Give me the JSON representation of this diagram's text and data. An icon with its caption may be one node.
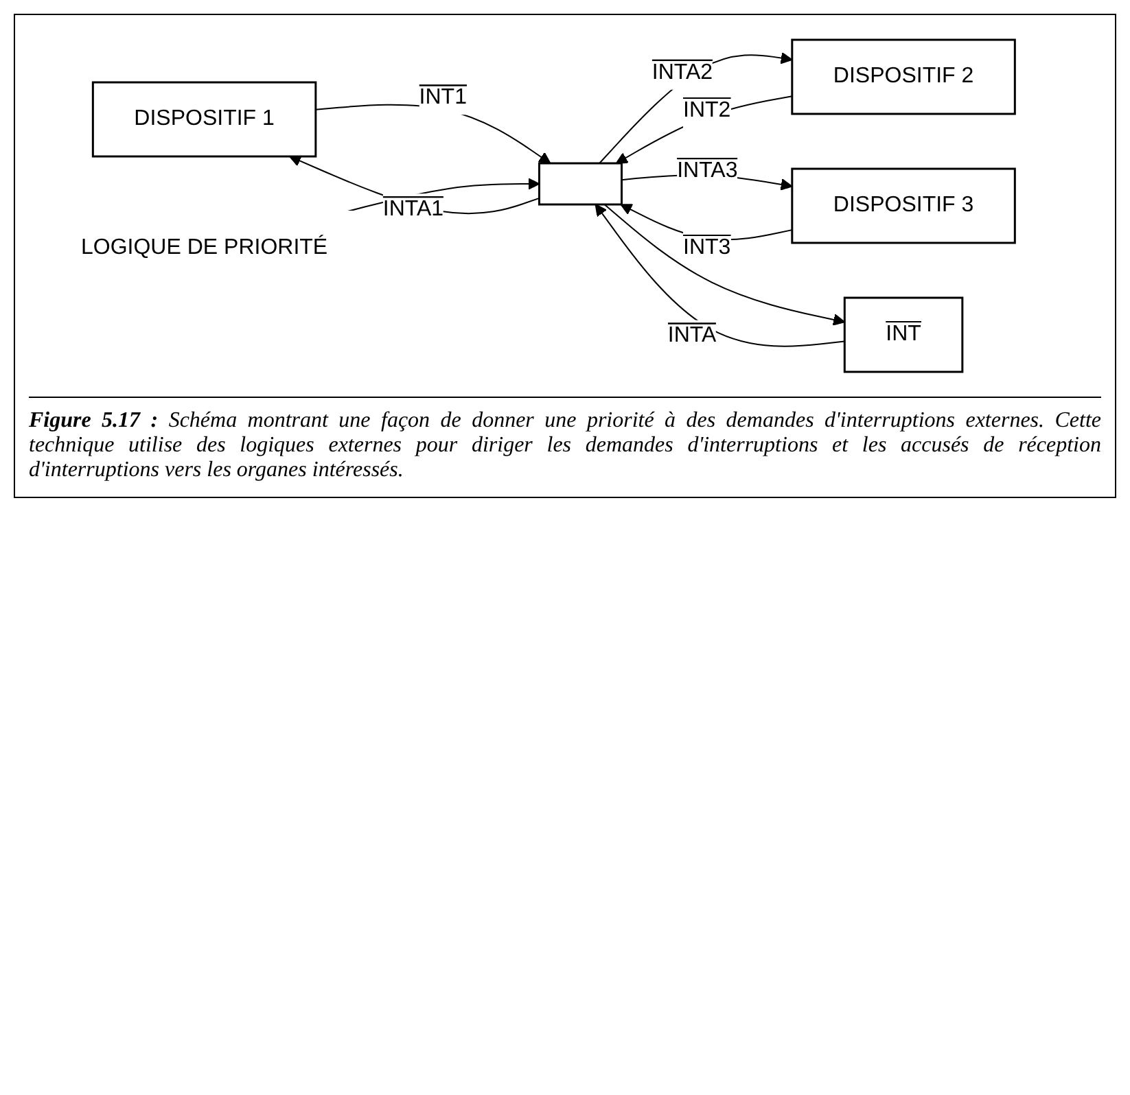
{
  "diagram": {
    "caption": "**Figure 5.17 :** Schéma montrant une façon de donner une priorité à des demandes d'interruptions externes. Cette technique utilise des logiques externes pour diriger les demandes d'interruptions et les accusés de réception d'interruptions vers les organes intéressés.",
    "nodes": [
      {
        "text": [
          "DISPOSITIF 1"
        ]
      },
      {
        "text": [
          "DISPOSITIF 2"
        ]
      },
      {
        "text": [
          "DISPOSITIF 3"
        ]
      },
      {
        "text": [],
        "shape": "box"
      },
      {
        "text": [
          "INT"
        ]
      },
      {
        "text": [
          "LOGIQUE DE PRIORITÉ"
        ]
      }
    ],
    "edges": [
      {
        "from": 0,
        "to": 3,
        "arrow": "to",
        "label": "INT1"
      },
      {
        "from": 3,
        "to": 0,
        "arrow": "to",
        "label": "INTA1"
      },
      {
        "from": 1,
        "to": 3,
        "arrow": "to",
        "label": "INT2"
      },
      {
        "from": 3,
        "to": 1,
        "arrow": "to",
        "label": "INTA2"
      },
      {
        "from": 2,
        "to": 3,
        "arrow": "to",
        "label": "INT3"
      },
      {
        "from": 3,
        "to": 2,
        "arrow": "to",
        "label": "INTA3"
      },
      {
        "from": 3,
        "to": 4,
        "arrow": "to"
      },
      {
        "from": 4,
        "to": 3,
        "arrow": "to",
        "label": "INTA"
      },
      {
        "from": 5,
        "to": 3,
        "arrow": "to"
      }
    ]
  }
}
